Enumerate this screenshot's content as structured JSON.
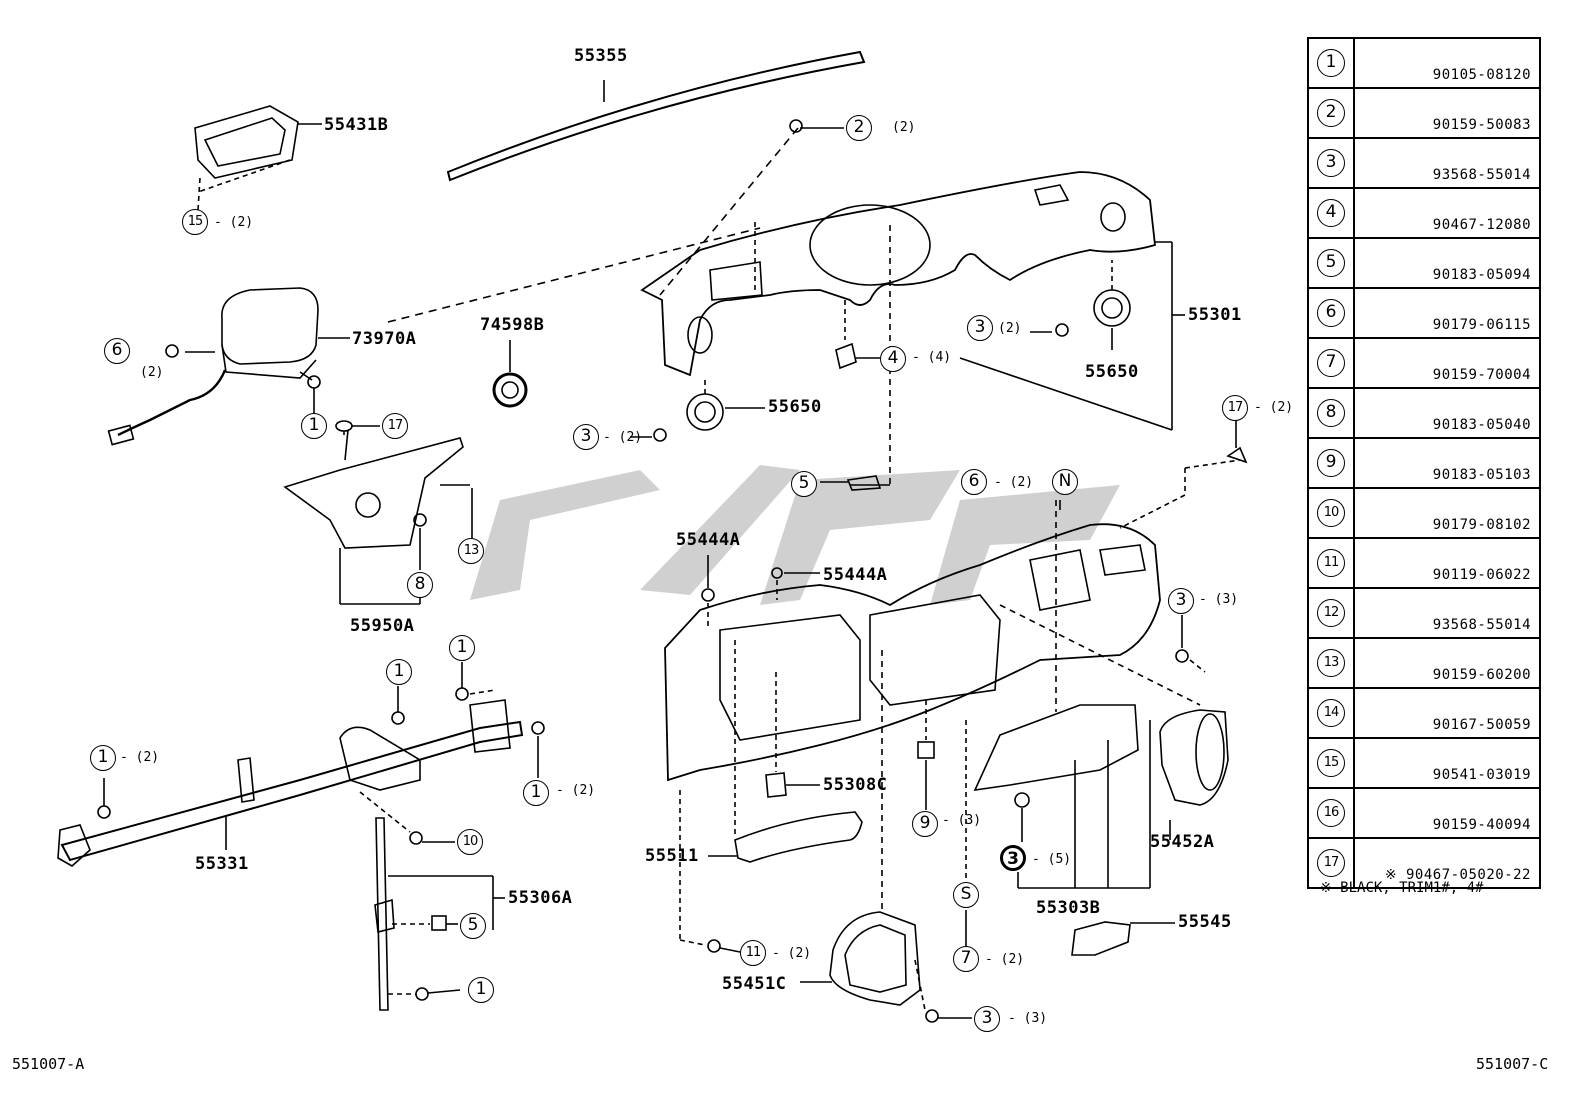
{
  "diagram": {
    "labels": {
      "p55355": "55355",
      "p55431B": "55431B",
      "p73970A": "73970A",
      "p74598B": "74598B",
      "p55650_left": "55650",
      "p55650_right": "55650",
      "p55301": "55301",
      "p55950A": "55950A",
      "p55444A_left": "55444A",
      "p55444A_right": "55444A",
      "p55308C": "55308C",
      "p55331": "55331",
      "p55306A": "55306A",
      "p55511": "55511",
      "p55451C": "55451C",
      "p55452A": "55452A",
      "p55303B": "55303B",
      "p55545": "55545"
    },
    "callouts": {
      "c2_top": "2",
      "c15": "15",
      "c6_left": "6",
      "c1_a": "1",
      "c17_a": "17",
      "c3_a": "3",
      "c3_b": "3",
      "c4": "4",
      "c5_a": "5",
      "c6_mid": "6",
      "cN": "N",
      "c17_b": "17",
      "c13": "13",
      "c8": "8",
      "c3_c": "3",
      "c1_b": "1",
      "c1_c": "1",
      "c1_d": "1",
      "c1_e": "1",
      "c10": "10",
      "c5_b": "5",
      "c1_f": "1",
      "c9": "9",
      "c3_bold": "3",
      "cS": "S",
      "c7": "7",
      "c11": "11",
      "c3_d": "3"
    },
    "quantities": {
      "q2_top": "(2)",
      "q15": "- (2)",
      "q6_left": "(2)",
      "q3_a": "- (2)",
      "q3_b": "(2)",
      "q4": "- (4)",
      "q6_mid": "- (2)",
      "q17_b": "- (2)",
      "q3_c": "- (3)",
      "q1_b": "- (2)",
      "q1_e": "- (2)",
      "q9": "- (3)",
      "q3_bold": "- (5)",
      "q7": "- (2)",
      "q11": "- (2)",
      "q3_d": "- (3)"
    },
    "codes": {
      "left": "551007-A",
      "right": "551007-C"
    },
    "note": "※ BLACK, TRIM1#, 4#"
  },
  "reference_table": {
    "rows": [
      {
        "num": "1",
        "part": "90105-08120"
      },
      {
        "num": "2",
        "part": "90159-50083"
      },
      {
        "num": "3",
        "part": "93568-55014"
      },
      {
        "num": "4",
        "part": "90467-12080"
      },
      {
        "num": "5",
        "part": "90183-05094"
      },
      {
        "num": "6",
        "part": "90179-06115"
      },
      {
        "num": "7",
        "part": "90159-70004"
      },
      {
        "num": "8",
        "part": "90183-05040"
      },
      {
        "num": "9",
        "part": "90183-05103"
      },
      {
        "num": "10",
        "part": "90179-08102"
      },
      {
        "num": "11",
        "part": "90119-06022"
      },
      {
        "num": "12",
        "part": "93568-55014"
      },
      {
        "num": "13",
        "part": "90159-60200"
      },
      {
        "num": "14",
        "part": "90167-50059"
      },
      {
        "num": "15",
        "part": "90541-03019"
      },
      {
        "num": "16",
        "part": "90159-40094"
      },
      {
        "num": "17",
        "part": "※ 90467-05020-22"
      }
    ]
  },
  "colors": {
    "ink": "#000000",
    "watermark": "#c8c8c8",
    "background": "#ffffff"
  }
}
